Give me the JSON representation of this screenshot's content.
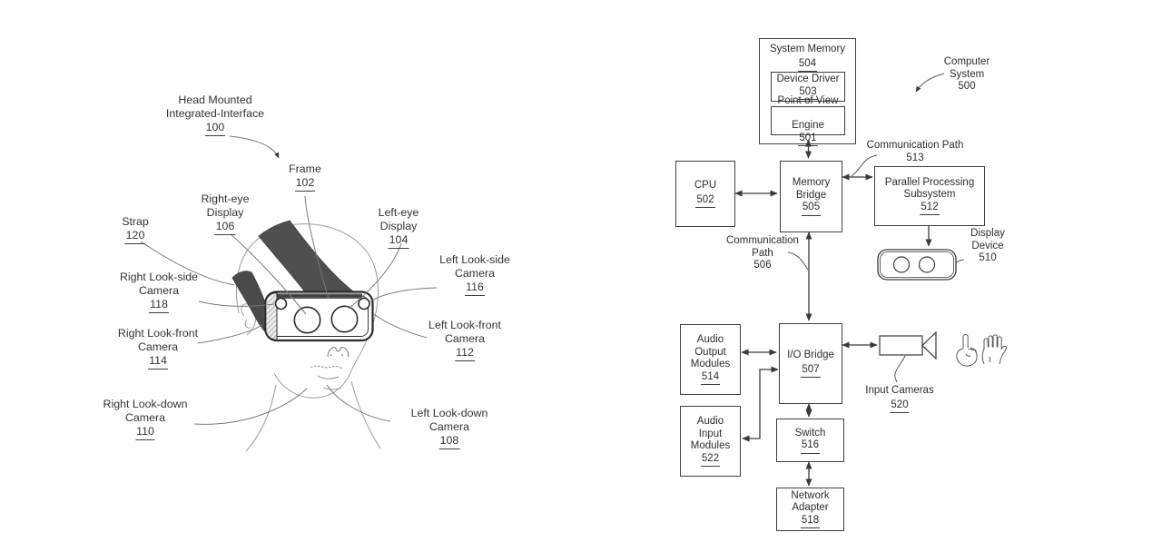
{
  "colors": {
    "line": "#3f3f3f",
    "text": "#2e2e2e",
    "leader": "#787878",
    "sketch": "#9a9a9a",
    "strap_fill": "#4f4f4f"
  },
  "icons": {
    "hmd_headset_icon": "rounded goggles with two lens circles and two corner cameras",
    "stereo_display_icon": "rounded box with two circles",
    "video_camera_icon": "camera body rectangle with triangular lens",
    "pointing_hand_icon": "index finger raised hand",
    "open_palm_hand_icon": "open raised palm"
  },
  "figure_left": {
    "name": "head-mounted-integrated-interface-figure",
    "labels": [
      {
        "id": "hmii",
        "text": "Head Mounted\nIntegrated-Interface",
        "number": "100"
      },
      {
        "id": "frame",
        "text": "Frame",
        "number": "102"
      },
      {
        "id": "right-eye-display",
        "text": "Right-eye\nDisplay",
        "number": "106"
      },
      {
        "id": "left-eye-display",
        "text": "Left-eye\nDisplay",
        "number": "104"
      },
      {
        "id": "strap",
        "text": "Strap",
        "number": "120"
      },
      {
        "id": "right-look-side",
        "text": "Right Look-side\nCamera",
        "number": "118"
      },
      {
        "id": "left-look-side",
        "text": "Left Look-side\nCamera",
        "number": "116"
      },
      {
        "id": "right-look-front",
        "text": "Right Look-front\nCamera",
        "number": "114"
      },
      {
        "id": "left-look-front",
        "text": "Left Look-front\nCamera",
        "number": "112"
      },
      {
        "id": "right-look-down",
        "text": "Right Look-down\nCamera",
        "number": "110"
      },
      {
        "id": "left-look-down",
        "text": "Left Look-down\nCamera",
        "number": "108"
      }
    ]
  },
  "figure_right": {
    "name": "computer-system-block-diagram",
    "boxes": [
      {
        "id": "system-memory",
        "text": "System Memory",
        "number": "504"
      },
      {
        "id": "device-driver",
        "text": "Device Driver",
        "number": "503"
      },
      {
        "id": "pov-engine",
        "line1": "Point of View",
        "line2_prefix": "Engine",
        "number": "501"
      },
      {
        "id": "cpu",
        "text": "CPU",
        "number": "502"
      },
      {
        "id": "memory-bridge",
        "text": "Memory\nBridge",
        "number": "505"
      },
      {
        "id": "pps",
        "text": "Parallel Processing\nSubsystem",
        "number": "512"
      },
      {
        "id": "io-bridge",
        "text": "I/O Bridge",
        "number": "507"
      },
      {
        "id": "audio-output",
        "text": "Audio\nOutput\nModules",
        "number": "514"
      },
      {
        "id": "audio-input",
        "text": "Audio\nInput\nModules",
        "number": "522"
      },
      {
        "id": "switch",
        "text": "Switch",
        "number": "516"
      },
      {
        "id": "network-adapter",
        "text": "Network\nAdapter",
        "number": "518"
      }
    ],
    "annotations": [
      {
        "id": "computer-system",
        "text": "Computer\nSystem\n500"
      },
      {
        "id": "comm-path-513",
        "text": "Communication Path\n513"
      },
      {
        "id": "comm-path-506",
        "text": "Communication\nPath\n506"
      },
      {
        "id": "display-device",
        "text": "Display\nDevice\n510"
      },
      {
        "id": "input-cameras",
        "text": "Input Cameras",
        "number": "520"
      }
    ],
    "connections": [
      {
        "from": "system-memory",
        "to": "memory-bridge",
        "type": "bidirectional"
      },
      {
        "from": "cpu",
        "to": "memory-bridge",
        "type": "bidirectional"
      },
      {
        "from": "memory-bridge",
        "to": "parallel-processing-subsystem",
        "type": "bidirectional",
        "label": "Communication Path 513"
      },
      {
        "from": "memory-bridge",
        "to": "io-bridge",
        "type": "bidirectional",
        "label": "Communication Path 506"
      },
      {
        "from": "parallel-processing-subsystem",
        "to": "display-device",
        "type": "single"
      },
      {
        "from": "audio-output-modules",
        "to": "io-bridge",
        "type": "bidirectional"
      },
      {
        "from": "io-bridge",
        "to": "input-cameras",
        "type": "bidirectional"
      },
      {
        "from": "audio-input-modules",
        "to": "io-bridge",
        "type": "bidirectional"
      },
      {
        "from": "io-bridge",
        "to": "switch",
        "type": "bidirectional"
      },
      {
        "from": "switch",
        "to": "network-adapter",
        "type": "bidirectional"
      }
    ]
  }
}
